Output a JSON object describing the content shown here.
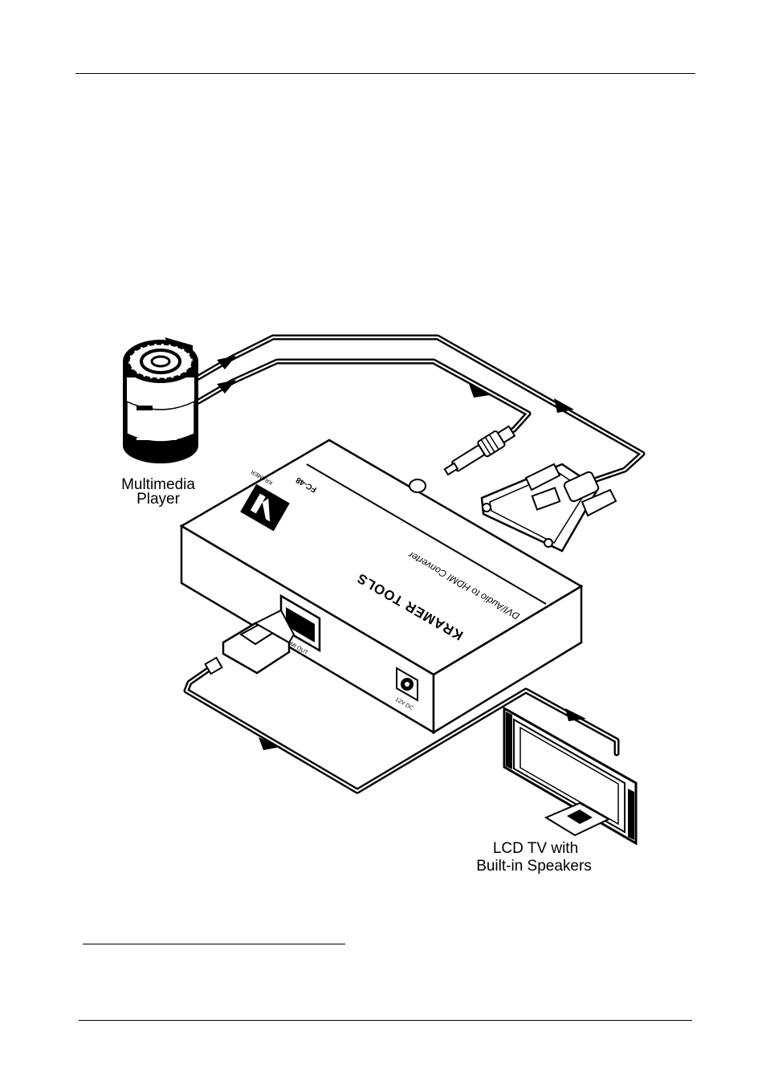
{
  "labels": {
    "player_line1": "Multimedia",
    "player_line2": "Player",
    "tv_line1": "LCD TV with",
    "tv_line2": "Built-in Speakers",
    "brand": "KRAMER TOOLS",
    "product": "DVI/Audio to HDMI Converter",
    "model": "FC-48",
    "logo_text": "KRAMER",
    "hdmi_port": "HDMI OUT",
    "power_port": "12V DC"
  },
  "icons": {
    "player": "multimedia-player-icon",
    "tv": "lcd-tv-icon",
    "converter": "converter-box-icon",
    "rca": "rca-plug-icon",
    "dvi": "dvi-connector-icon",
    "hdmi": "hdmi-plug-icon"
  }
}
